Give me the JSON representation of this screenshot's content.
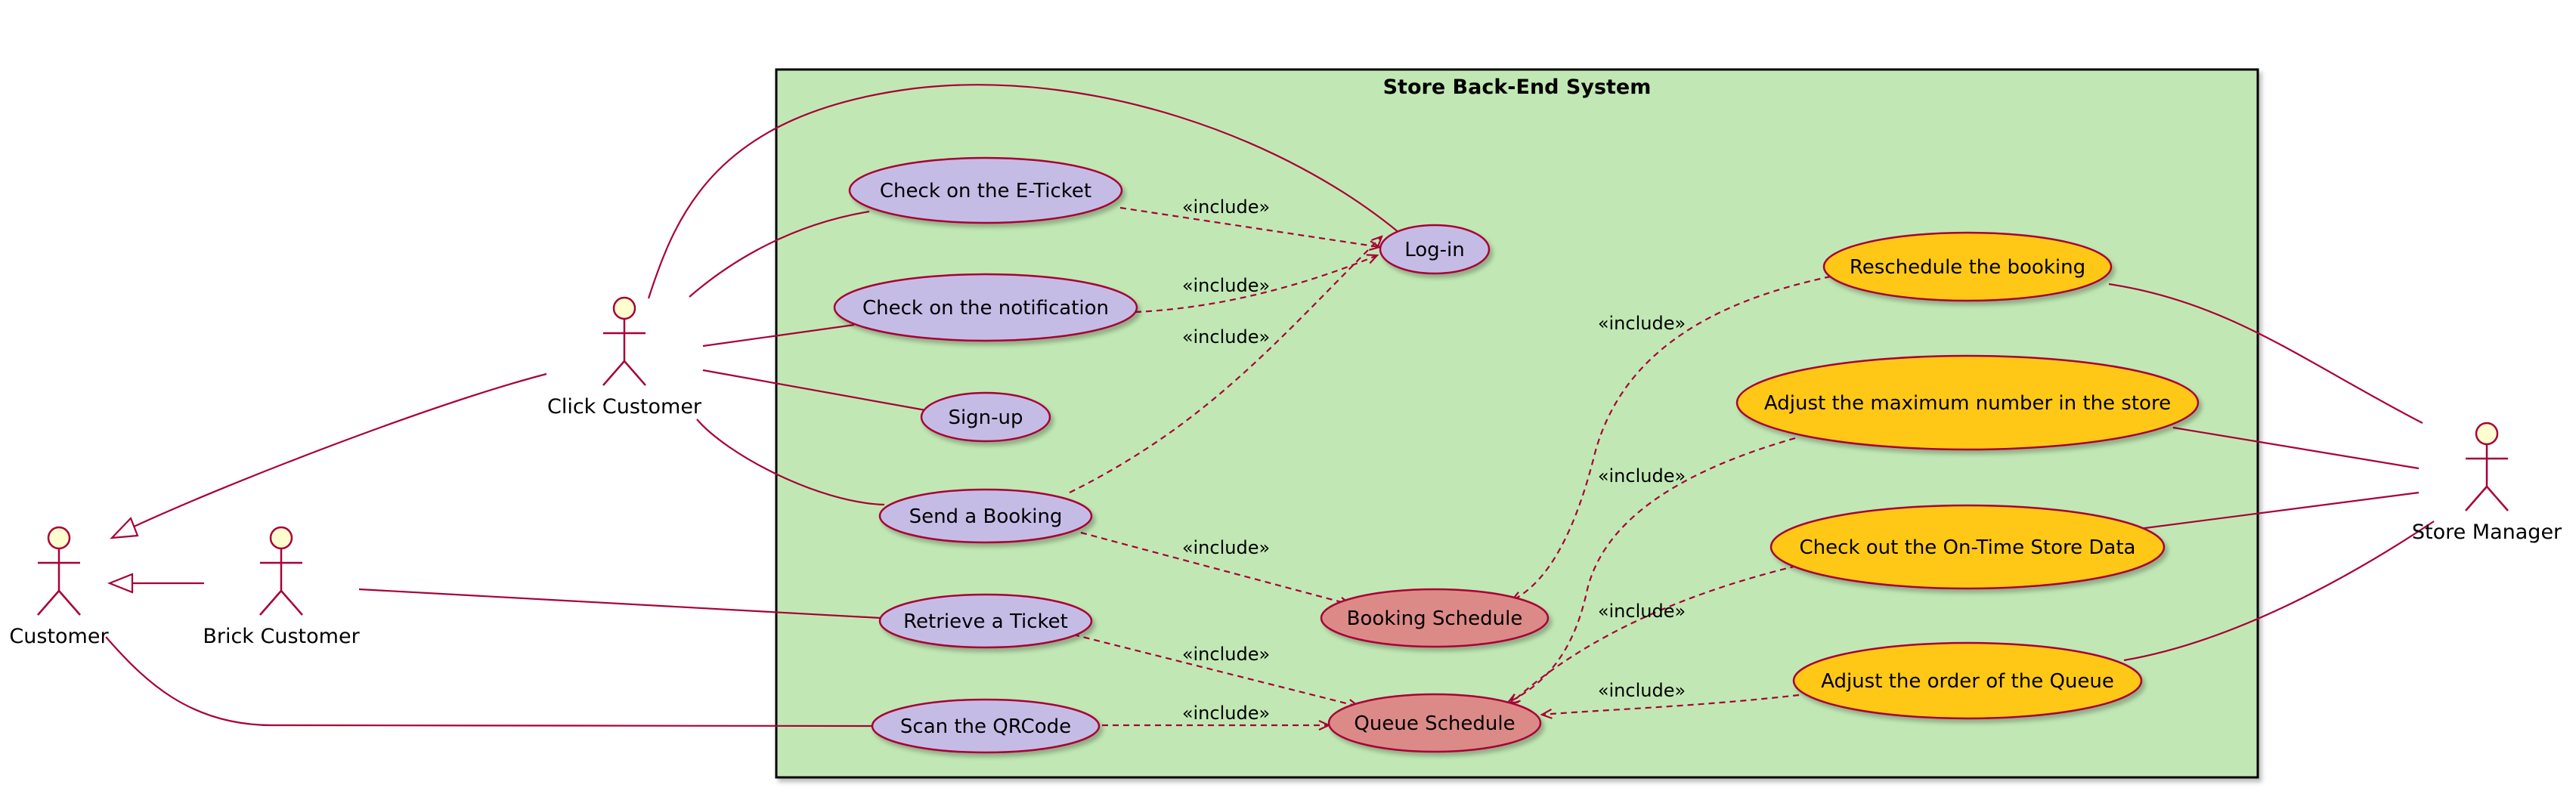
{
  "system": {
    "title": "Store Back-End System"
  },
  "actors": {
    "customer": "Customer",
    "brick_customer": "Brick Customer",
    "click_customer": "Click Customer",
    "store_manager": "Store Manager"
  },
  "use_cases": {
    "check_eticket": "Check on the E-Ticket",
    "check_notification": "Check on the notification",
    "sign_up": "Sign-up",
    "send_booking": "Send a Booking",
    "retrieve_ticket": "Retrieve a Ticket",
    "scan_qrcode": "Scan the QRCode",
    "log_in": "Log-in",
    "booking_schedule": "Booking Schedule",
    "queue_schedule": "Queue Schedule",
    "reschedule_booking": "Reschedule the booking",
    "adjust_max": "Adjust the maximum number in the store",
    "check_ontime": "Check out the On-Time Store Data",
    "adjust_order": "Adjust the order of the Queue"
  },
  "relations": {
    "include_label": "«include»"
  },
  "colors": {
    "system_fill": "#c1e8b4",
    "use_case_primary": "#c5bce6",
    "use_case_schedule": "#dc8a88",
    "use_case_manager": "#ffc815",
    "stroke": "#a80036",
    "actor_fill": "#fefece"
  }
}
